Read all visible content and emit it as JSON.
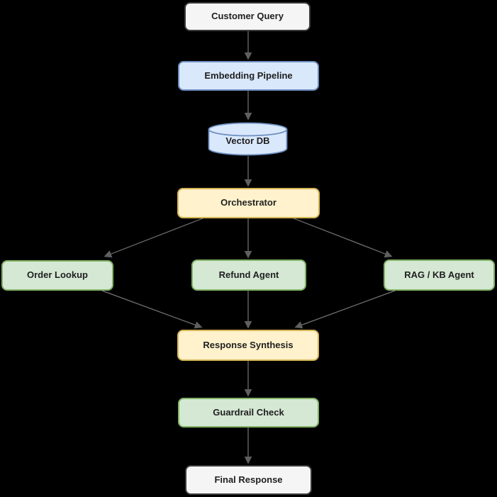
{
  "diagram": {
    "nodes": [
      {
        "id": "customer-query",
        "label": "Customer Query",
        "shape": "rounded-rect",
        "style": "neutral"
      },
      {
        "id": "embedding-pipeline",
        "label": "Embedding Pipeline",
        "shape": "rounded-rect",
        "style": "blue"
      },
      {
        "id": "vector-db",
        "label": "Vector DB",
        "shape": "cylinder",
        "style": "blue"
      },
      {
        "id": "orchestrator",
        "label": "Orchestrator",
        "shape": "rounded-rect",
        "style": "yellow"
      },
      {
        "id": "order-lookup",
        "label": "Order Lookup",
        "shape": "rounded-rect",
        "style": "green"
      },
      {
        "id": "refund-agent",
        "label": "Refund Agent",
        "shape": "rounded-rect",
        "style": "green"
      },
      {
        "id": "rag-kb-agent",
        "label": "RAG / KB Agent",
        "shape": "rounded-rect",
        "style": "green"
      },
      {
        "id": "response-synthesis",
        "label": "Response Synthesis",
        "shape": "rounded-rect",
        "style": "yellow"
      },
      {
        "id": "guardrail-check",
        "label": "Guardrail Check",
        "shape": "rounded-rect",
        "style": "green"
      },
      {
        "id": "final-response",
        "label": "Final Response",
        "shape": "rounded-rect",
        "style": "neutral"
      }
    ],
    "edges": [
      {
        "from": "customer-query",
        "to": "embedding-pipeline"
      },
      {
        "from": "embedding-pipeline",
        "to": "vector-db"
      },
      {
        "from": "vector-db",
        "to": "orchestrator"
      },
      {
        "from": "orchestrator",
        "to": "order-lookup"
      },
      {
        "from": "orchestrator",
        "to": "refund-agent"
      },
      {
        "from": "orchestrator",
        "to": "rag-kb-agent"
      },
      {
        "from": "order-lookup",
        "to": "response-synthesis"
      },
      {
        "from": "refund-agent",
        "to": "response-synthesis"
      },
      {
        "from": "rag-kb-agent",
        "to": "response-synthesis"
      },
      {
        "from": "response-synthesis",
        "to": "guardrail-check"
      },
      {
        "from": "guardrail-check",
        "to": "final-response"
      }
    ],
    "colors": {
      "background": "#000000",
      "neutral_fill": "#f5f5f5",
      "neutral_stroke": "#3b3b3b",
      "blue_fill": "#dae8fc",
      "blue_stroke": "#6c8ebf",
      "yellow_fill": "#fff2cc",
      "yellow_stroke": "#d6b656",
      "green_fill": "#d5e8d4",
      "green_stroke": "#82b366",
      "connector_line": "#757575",
      "arrowhead": "#5f5f5f",
      "text": "#1f1f1f"
    }
  }
}
